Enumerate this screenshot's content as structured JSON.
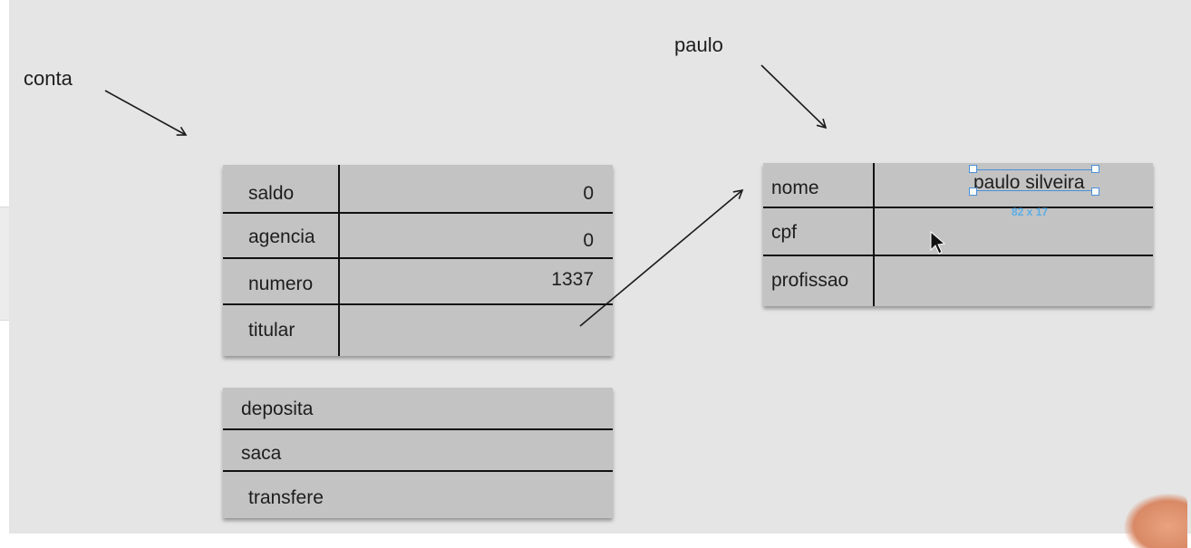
{
  "labels": {
    "conta": "conta",
    "paulo": "paulo"
  },
  "conta_table": {
    "rows": [
      {
        "field": "saldo",
        "value": "0"
      },
      {
        "field": "agencia",
        "value": "0"
      },
      {
        "field": "numero",
        "value": "1337"
      },
      {
        "field": "titular",
        "value": ""
      }
    ]
  },
  "methods_table": {
    "rows": [
      "deposita",
      "saca",
      "transfere"
    ]
  },
  "paulo_table": {
    "rows": [
      {
        "field": "nome",
        "value": "paulo silveira"
      },
      {
        "field": "cpf",
        "value": ""
      },
      {
        "field": "profissao",
        "value": ""
      }
    ]
  },
  "selection_size": "82 x 17",
  "colors": {
    "background": "#e5e5e5",
    "table_fill": "#c3c3c3",
    "selection": "#4a90d9"
  }
}
